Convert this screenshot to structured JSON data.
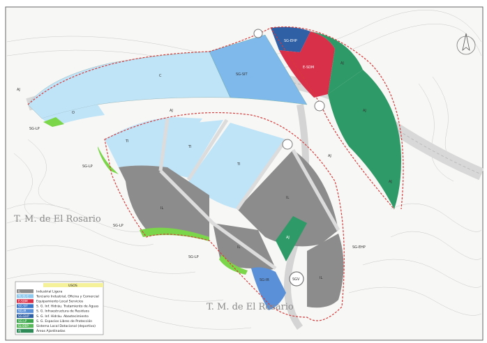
{
  "map": {
    "municipality_label": "T. M. de El Rosario",
    "zones": {
      "sg_sit": "SG-SIT",
      "e_sdm": "E-SDM",
      "sg_ehp": "SG-EHP",
      "aj": "AJ",
      "c": "C",
      "o": "O",
      "ti": "TI",
      "il": "IL",
      "sg_lp": "SG-LP",
      "sg_ir": "SG-IR",
      "sg_ehp_east": "SG-EHP",
      "sgv": "SGV"
    },
    "legend": {
      "title": "USOS",
      "rows": [
        {
          "code": "IL",
          "text": "Industrial Ligera",
          "color": "#8c8c8c"
        },
        {
          "code": "TI, O, C",
          "text": "Terciario Industrial, Oficina y Comercial",
          "color": "#8fc9ee"
        },
        {
          "code": "E-SDM",
          "text": "Equipamiento Local Servicios",
          "color": "#d9304a"
        },
        {
          "code": "SG-SIT",
          "text": "S. G. Inf. Hidráu. Tratamiento de Aguas",
          "color": "#3b77c9"
        },
        {
          "code": "SG-IR",
          "text": "S. G. Infraestructura de Residuos",
          "color": "#5a90d8"
        },
        {
          "code": "SG-EHP",
          "text": "S. G. Inf. Hidráu. Abastecimiento",
          "color": "#2f5fa4"
        },
        {
          "code": "SG-LP",
          "text": "S. G. Espacios Libres de Protección",
          "color": "#3aa54a"
        },
        {
          "code": "SL-DEP",
          "text": "Sistema Local Dotacional (deportivo)",
          "color": "#59b85a"
        },
        {
          "code": "AJ",
          "text": "Áreas Ajardinadas",
          "color": "#2e8b57"
        }
      ]
    }
  }
}
